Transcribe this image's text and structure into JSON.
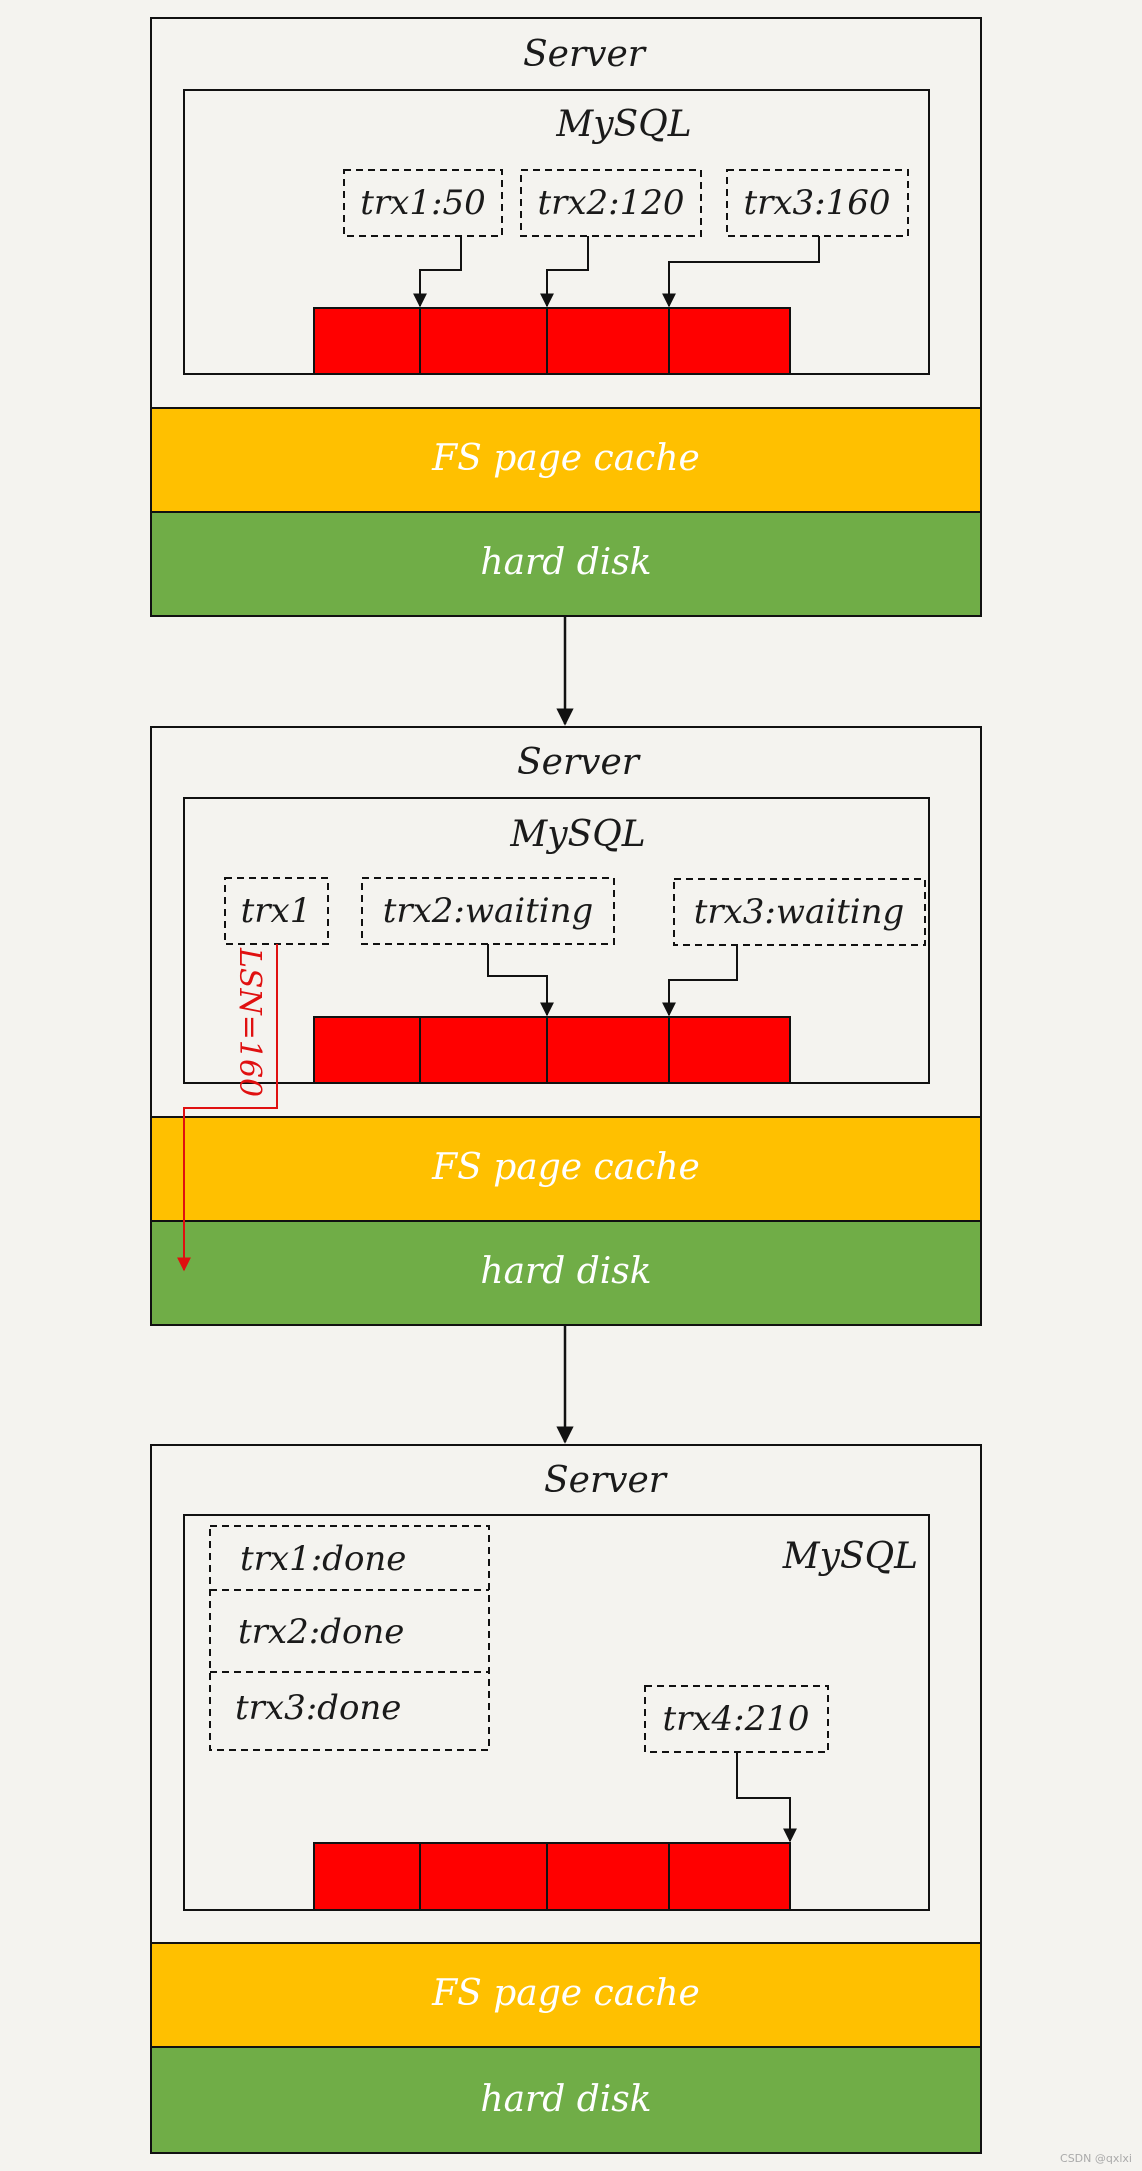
{
  "panels": [
    {
      "server_label": "Server",
      "mysql_label": "MySQL",
      "cache_label": "FS page cache",
      "disk_label": "hard disk",
      "transactions": [
        "trx1:50",
        "trx2:120",
        "trx3:160"
      ]
    },
    {
      "server_label": "Server",
      "mysql_label": "MySQL",
      "cache_label": "FS page cache",
      "disk_label": "hard disk",
      "transactions": [
        "trx1",
        "trx2:waiting",
        "trx3:waiting"
      ],
      "flush_label": "LSN=160"
    },
    {
      "server_label": "Server",
      "mysql_label": "MySQL",
      "cache_label": "FS page cache",
      "disk_label": "hard disk",
      "done_transactions": [
        "trx1:done",
        "trx2:done",
        "trx3:done"
      ],
      "transactions": [
        "trx4:210"
      ]
    }
  ],
  "colors": {
    "buffer": "#ff0000",
    "cache": "#ffc000",
    "disk": "#70ad47",
    "flush_arrow": "#e01010"
  },
  "watermark": "CSDN @qxlxi"
}
